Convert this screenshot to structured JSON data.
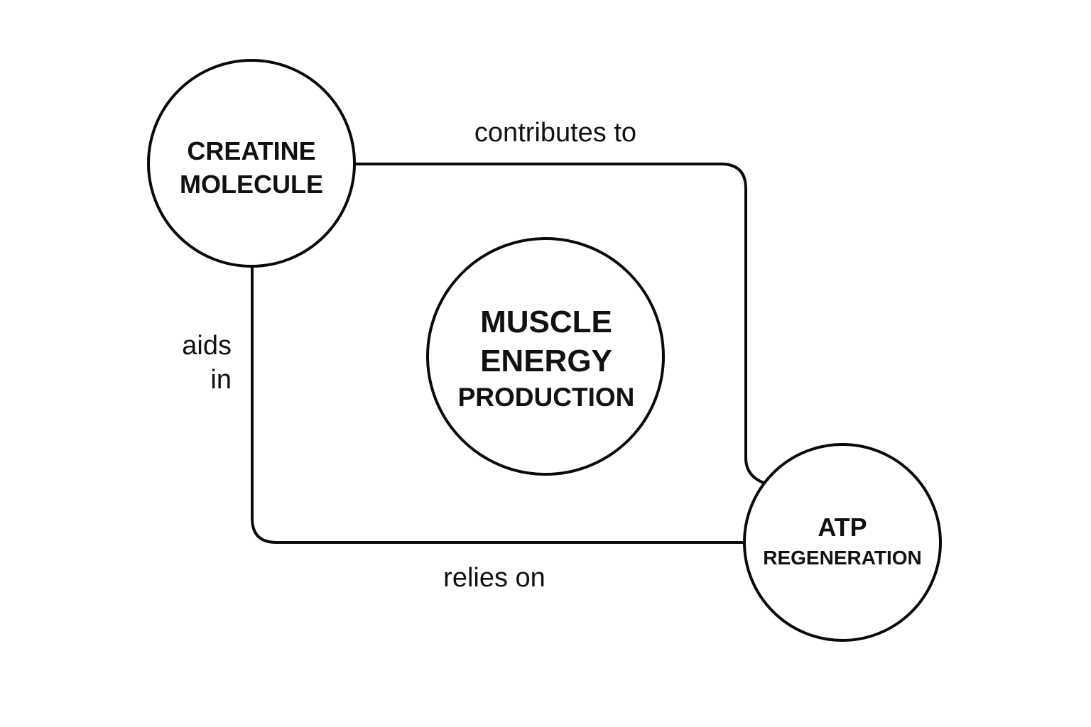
{
  "colors": {
    "background": "#ffffff",
    "stroke": "#0a0a0a",
    "text": "#111111"
  },
  "nodes": {
    "creatine": {
      "line1": "CREATINE",
      "line2": "MOLECULE"
    },
    "muscle": {
      "line1": "MUSCLE",
      "line2": "ENERGY",
      "line3": "PRODUCTION"
    },
    "atp": {
      "line1": "ATP",
      "line2": "REGENERATION"
    }
  },
  "edges": {
    "contributes": {
      "label": "contributes to"
    },
    "aids": {
      "line1": "aids",
      "line2": "in"
    },
    "relies": {
      "label": "relies on"
    }
  }
}
